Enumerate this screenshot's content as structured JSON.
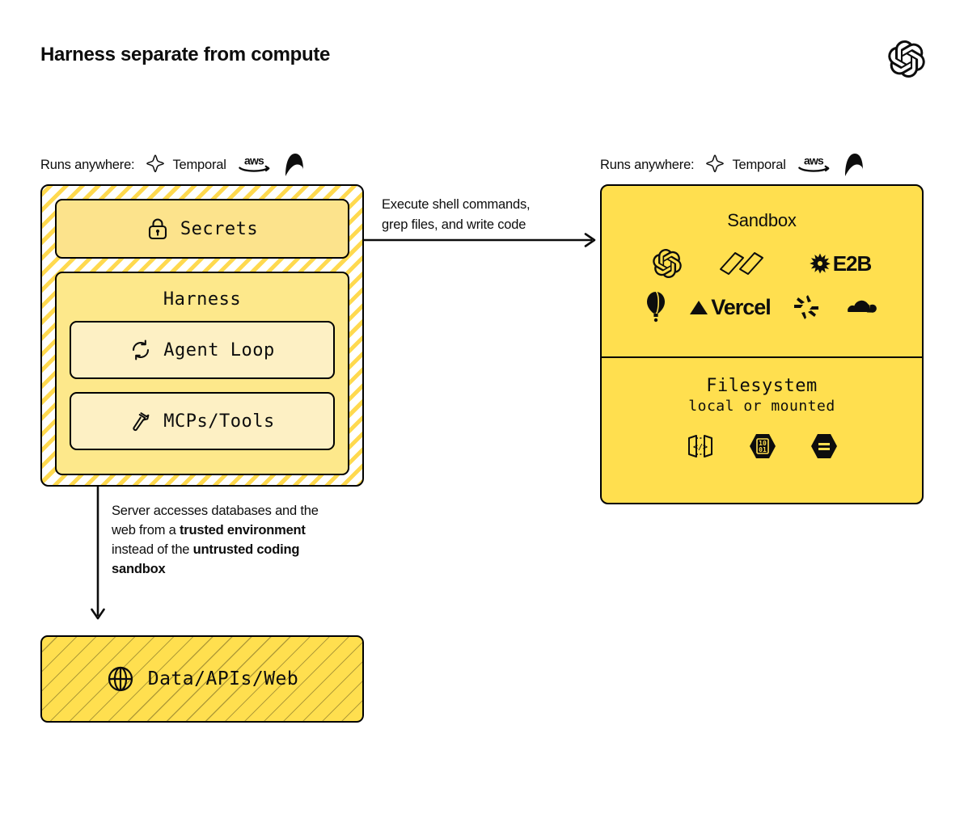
{
  "header": {
    "title": "Harness separate from compute",
    "logo_icon": "openai-logo-icon"
  },
  "runs_anywhere": {
    "label": "Runs anywhere:",
    "logos": [
      {
        "name": "temporal",
        "label": "Temporal",
        "icon": "temporal-icon"
      },
      {
        "name": "aws",
        "label": "aws",
        "icon": "aws-logo-icon"
      },
      {
        "name": "airflow",
        "label": "A",
        "icon": "airflow-logo-icon"
      }
    ]
  },
  "left_panel": {
    "secrets": {
      "label": "Secrets",
      "icon": "lock-icon"
    },
    "harness": {
      "title": "Harness",
      "items": [
        {
          "label": "Agent Loop",
          "icon": "refresh-loop-icon"
        },
        {
          "label": "MCPs/Tools",
          "icon": "hammer-icon"
        }
      ]
    }
  },
  "right_panel": {
    "sandbox": {
      "title": "Sandbox",
      "logos": [
        {
          "name": "openai",
          "label": "",
          "icon": "openai-logo-icon"
        },
        {
          "name": "modal",
          "label": "",
          "icon": "modal-logo-icon"
        },
        {
          "name": "e2b",
          "label": "E2B",
          "icon": "e2b-logo-icon"
        },
        {
          "name": "daytona",
          "label": "",
          "icon": "daytona-balloon-icon"
        },
        {
          "name": "vercel",
          "label": "Vercel",
          "icon": "vercel-logo-icon"
        },
        {
          "name": "flyio",
          "label": "",
          "icon": "flyio-logo-icon"
        },
        {
          "name": "cloudflare",
          "label": "",
          "icon": "cloudflare-logo-icon"
        }
      ]
    },
    "filesystem": {
      "title": "Filesystem",
      "subtitle": "local or mounted",
      "icons": [
        {
          "name": "code-file-icon"
        },
        {
          "name": "binary-hexagon-icon"
        },
        {
          "name": "storage-hexagon-icon"
        }
      ]
    }
  },
  "connectors": {
    "right_arrow_label_line1": "Execute shell commands,",
    "right_arrow_label_line2": "grep files, and write code",
    "down_arrow_label": {
      "part1": "Server accesses databases and the web from a ",
      "bold1": "trusted environment",
      "part2": " instead of the ",
      "bold2": "untrusted coding sandbox"
    }
  },
  "bottom_panel": {
    "label": "Data/APIs/Web",
    "icon": "globe-icon"
  },
  "colors": {
    "accent_yellow": "#ffdf4f",
    "secrets_yellow": "#fce38c",
    "harness_yellow": "#fde88b",
    "subbox_cream": "#fdf0c4",
    "ink": "#0d0d0d"
  }
}
